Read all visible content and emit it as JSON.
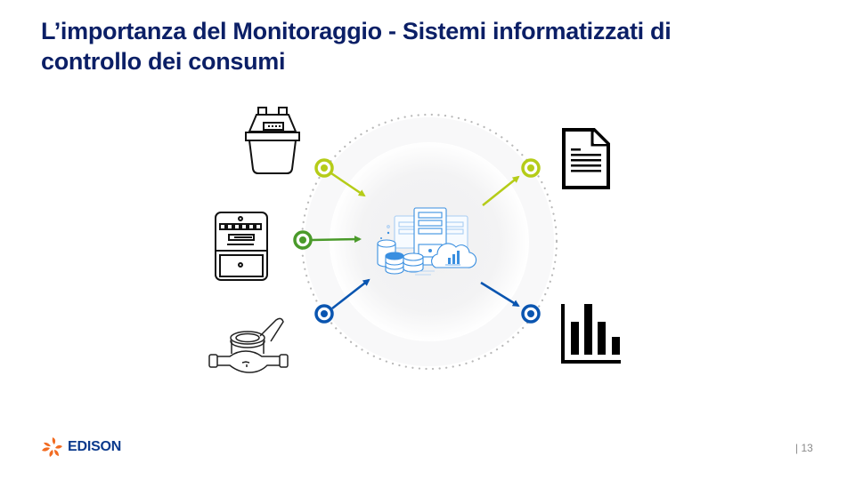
{
  "slide": {
    "title_line1": "L’importanza del Monitoraggio - Sistemi informatizzati di",
    "title_line2": "controllo dei consumi",
    "page_number": "| 13",
    "brand": "EDISON"
  },
  "colors": {
    "title": "#0b1f66",
    "lime": "#b5cc18",
    "green": "#4a9a2a",
    "blue": "#0a55b0",
    "center_icon": "#3a8fe0",
    "logo_orange": "#f26b21",
    "logo_blue": "#0b3a8c"
  },
  "diagram": {
    "inputs": [
      {
        "icon": "gas-meter-icon",
        "connector_color": "lime"
      },
      {
        "icon": "electricity-meter-icon",
        "connector_color": "green"
      },
      {
        "icon": "water-meter-icon",
        "connector_color": "blue"
      }
    ],
    "center": {
      "icon": "server-database-cloud-icon"
    },
    "outputs": [
      {
        "icon": "document-icon",
        "connector_color": "lime"
      },
      {
        "icon": "bar-chart-icon",
        "connector_color": "blue"
      }
    ]
  }
}
